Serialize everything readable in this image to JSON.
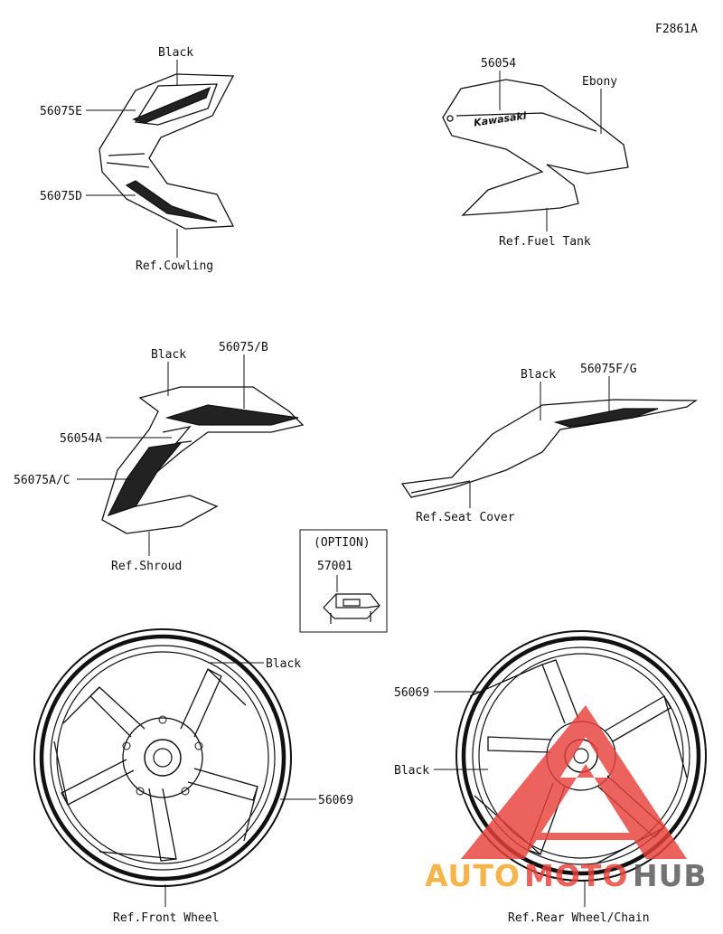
{
  "figure_id": "F2861A",
  "labels": {
    "cowling_black": "Black",
    "p56075E": "56075E",
    "p56075D": "56075D",
    "ref_cowling": "Ref.Cowling",
    "p56054": "56054",
    "tank_ebony": "Ebony",
    "tank_logo": "Kawasaki",
    "ref_fuel_tank": "Ref.Fuel Tank",
    "shroud_black": "Black",
    "p56075B": "56075/B",
    "p56054A": "56054A",
    "p56075AC": "56075A/C",
    "ref_shroud": "Ref.Shroud",
    "seat_black": "Black",
    "p56075FG": "56075F/G",
    "ref_seat_cover": "Ref.Seat Cover",
    "option": "(OPTION)",
    "p57001": "57001",
    "front_black": "Black",
    "front_56069": "56069",
    "ref_front_wheel": "Ref.Front Wheel",
    "rear_56069": "56069",
    "rear_black": "Black",
    "ref_rear_wheel": "Ref.Rear Wheel/Chain"
  },
  "watermark": {
    "part1": "AUTO",
    "part2": "MOTO",
    "part3": "HUB",
    "colors": {
      "orange": "#f5a623",
      "red": "#e8403a",
      "gray": "#555555"
    }
  }
}
